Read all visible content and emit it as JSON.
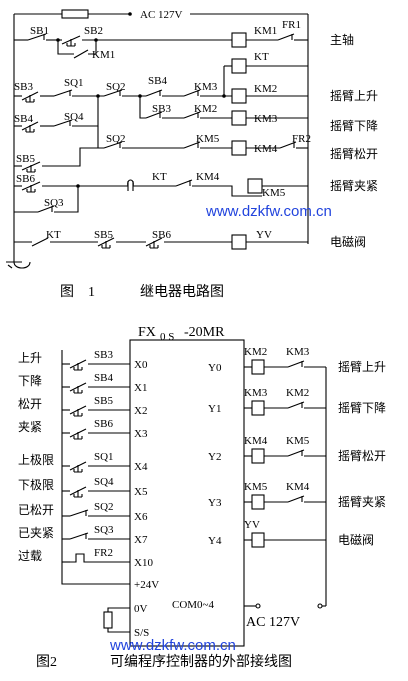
{
  "fig1": {
    "supply": "AC 127V",
    "caption_num": "图　1",
    "caption_text": "继电器电路图",
    "outputs": [
      "主轴",
      "摇臂上升",
      "摇臂下降",
      "摇臂松开",
      "摇臂夹紧",
      "电磁阀"
    ],
    "contacts": {
      "SB1": "SB1",
      "SB2": "SB2",
      "KM1c": "KM1",
      "SB3": "SB3",
      "SQ1": "SQ1",
      "SB4": "SB4",
      "SQ4": "SQ4",
      "SB5": "SB5",
      "SB6": "SB6",
      "SQ3": "SQ3",
      "KT": "KT",
      "SQ2a": "SQ2",
      "SB4b": "SB4",
      "KM3c": "KM3",
      "SB3b": "SB3",
      "KM2c": "KM2",
      "SQ2b": "SQ2",
      "KM5c": "KM5",
      "KTc": "KT",
      "KM4c": "KM4",
      "SB5b": "SB5",
      "SB6b": "SB6",
      "FR1": "FR1",
      "FR2": "FR2"
    },
    "coils": {
      "KM1": "KM1",
      "KT": "KT",
      "KM2": "KM2",
      "KM3": "KM3",
      "KM4": "KM4",
      "KM5": "KM5",
      "YV": "YV"
    }
  },
  "fig2": {
    "plc_title": "FX",
    "plc_sub": "0 S",
    "plc_model": "-20MR",
    "caption_num": "图2",
    "caption_text": "可编程序控制器的外部接线图",
    "inputs": [
      {
        "name": "上升",
        "device": "SB3",
        "terminal": "X0"
      },
      {
        "name": "下降",
        "device": "SB4",
        "terminal": "X1"
      },
      {
        "name": "松开",
        "device": "SB5",
        "terminal": "X2"
      },
      {
        "name": "夹紧",
        "device": "SB6",
        "terminal": "X3"
      },
      {
        "name": "上极限",
        "device": "SQ1",
        "terminal": "X4"
      },
      {
        "name": "下极限",
        "device": "SQ4",
        "terminal": "X5"
      },
      {
        "name": "已松开",
        "device": "SQ2",
        "terminal": "X6"
      },
      {
        "name": "已夹紧",
        "device": "SQ3",
        "terminal": "X7"
      },
      {
        "name": "过载",
        "device": "FR2",
        "terminal": "X10"
      }
    ],
    "power_terms": [
      "+24V",
      "0V",
      "S/S"
    ],
    "com": "COM0~4",
    "supply": "AC 127V",
    "outputs": [
      {
        "terminal": "Y0",
        "coil": "KM2",
        "interlock": "KM3",
        "label": "摇臂上升"
      },
      {
        "terminal": "Y1",
        "coil": "KM3",
        "interlock": "KM2",
        "label": "摇臂下降"
      },
      {
        "terminal": "Y2",
        "coil": "KM4",
        "interlock": "KM5",
        "label": "摇臂松开"
      },
      {
        "terminal": "Y3",
        "coil": "KM5",
        "interlock": "KM4",
        "label": "摇臂夹紧"
      },
      {
        "terminal": "Y4",
        "coil": "YV",
        "interlock": "",
        "label": "电磁阀"
      }
    ]
  },
  "watermark": "www.dzkfw.com.cn"
}
